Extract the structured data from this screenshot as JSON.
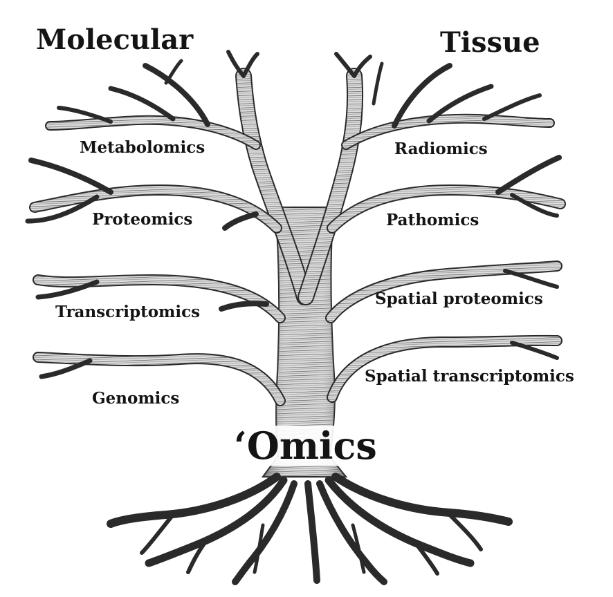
{
  "headings": {
    "molecular": "Molecular",
    "tissue": "Tissue"
  },
  "center": {
    "label": "‘Omics"
  },
  "molecular_branches": [
    "Metabolomics",
    "Proteomics",
    "Transcriptomics",
    "Genomics"
  ],
  "tissue_branches": [
    "Radiomics",
    "Pathomics",
    "Spatial proteomics",
    "Spatial transcriptomics"
  ],
  "colors": {
    "ink": "#141414",
    "bark": "#3c3c3c",
    "bark_light": "#9a9a9a",
    "background": "#ffffff"
  }
}
